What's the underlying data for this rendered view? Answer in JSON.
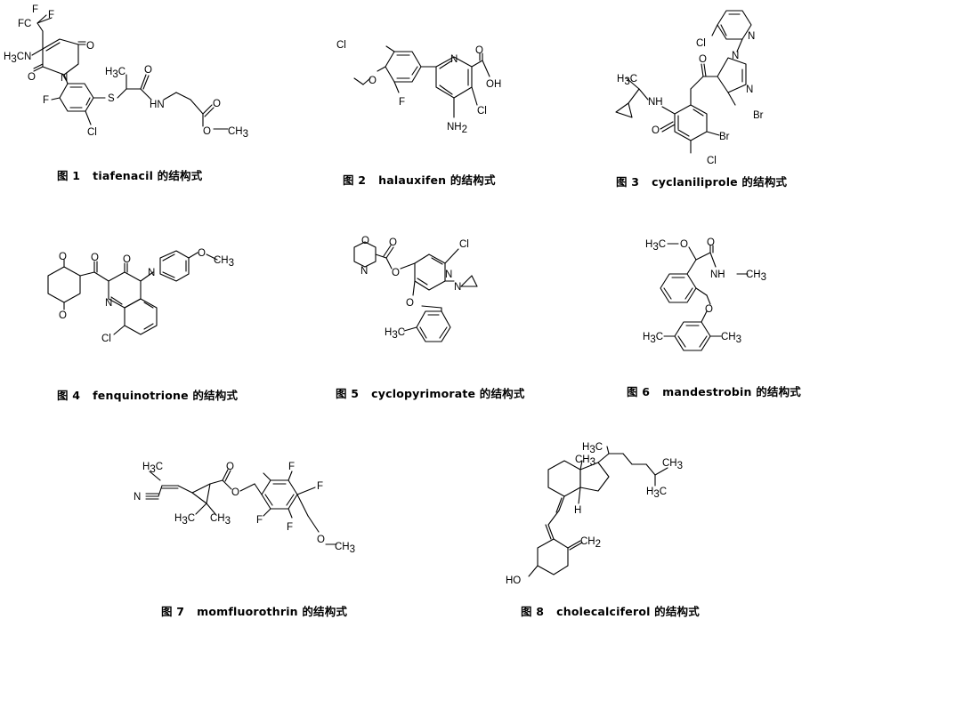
{
  "figures": [
    {
      "label": "图 1",
      "name": "tiafenacil",
      "suffix": "的结构式",
      "atoms": {
        "f3": "F",
        "f3b": "F",
        "cf": "F",
        "cf_c": "C",
        "h3c": "H",
        "h3c3": "3",
        "h3c_c": "C",
        "n1": "N",
        "o1": "O",
        "o2": "O",
        "f_ar": "F",
        "cl": "Cl",
        "s": "S",
        "h3c2": "H",
        "h3c23": "3",
        "h3c2_c": "C",
        "o3": "O",
        "nh": "H",
        "nh_n": "N",
        "o4": "O",
        "o5": "O",
        "ch3": "CH",
        "ch33": "3",
        "n2": "N"
      }
    },
    {
      "label": "图 2",
      "name": "halauxifen",
      "suffix": "的结构式",
      "atoms": {
        "cl1": "Cl",
        "o_me": "O",
        "f": "F",
        "n": "N",
        "o_acid": "O",
        "oh": "OH",
        "cl2": "Cl",
        "nh2": "NH",
        "nh22": "2"
      }
    },
    {
      "label": "图 3",
      "name": "cyclaniliprole",
      "suffix": "的结构式",
      "atoms": {
        "cl1": "Cl",
        "n_py": "N",
        "o_k": "O",
        "n_pz1": "N",
        "n_pz2": "N",
        "br1": "Br",
        "h3c": "H",
        "h3c3": "3",
        "h3c_c": "C",
        "nh": "NH",
        "o_am": "O",
        "br2": "Br",
        "cl2": "Cl"
      }
    },
    {
      "label": "图 4",
      "name": "fenquinotrione",
      "suffix": "的结构式",
      "atoms": {
        "o1": "O",
        "o2": "O",
        "o3": "O",
        "o4": "O",
        "n1": "N",
        "n2": "N",
        "cl": "Cl",
        "o_me": "O",
        "ch3": "CH",
        "ch33": "3"
      }
    },
    {
      "label": "图 5",
      "name": "cyclopyrimorate",
      "suffix": "的结构式",
      "atoms": {
        "o_mor": "O",
        "n_mor": "N",
        "o_c": "O",
        "o_e": "O",
        "cl": "Cl",
        "n1": "N",
        "n2": "N",
        "o_ar": "O",
        "h3c": "H",
        "h3c3": "3",
        "h3c_c": "C"
      }
    },
    {
      "label": "图 6",
      "name": "mandestrobin",
      "suffix": "的结构式",
      "atoms": {
        "h3c": "H",
        "h3c3": "3",
        "h3c_c": "C",
        "o1": "O",
        "o2": "O",
        "nh": "NH",
        "ch3": "CH",
        "ch33": "3",
        "o3": "O",
        "h3c2": "H",
        "h3c23": "3",
        "h3c2_c": "C",
        "ch3b": "CH",
        "ch3b3": "3"
      }
    },
    {
      "label": "图 7",
      "name": "momfluorothrin",
      "suffix": "的结构式",
      "atoms": {
        "h3c": "H",
        "h3c3": "3",
        "h3c_c": "C",
        "n": "N",
        "o1": "O",
        "o2": "O",
        "f1": "F",
        "f2": "F",
        "f3": "F",
        "f4": "F",
        "h3c2": "H",
        "h3c23": "3",
        "h3c2_c": "C",
        "ch3": "CH",
        "ch33": "3",
        "o3": "O",
        "ch3b": "CH",
        "ch3b3": "3"
      }
    },
    {
      "label": "图 8",
      "name": "cholecalciferol",
      "suffix": "的结构式",
      "atoms": {
        "h3c": "H",
        "h3c3": "3",
        "h3c_c": "C",
        "ch3": "CH",
        "ch33": "3",
        "h": "H",
        "ch2": "CH",
        "ch22": "2",
        "ho": "HO",
        "ch3b": "CH",
        "ch3b3": "3",
        "h3cb": "H",
        "h3cb3": "3",
        "h3cb_c": "C"
      }
    }
  ]
}
